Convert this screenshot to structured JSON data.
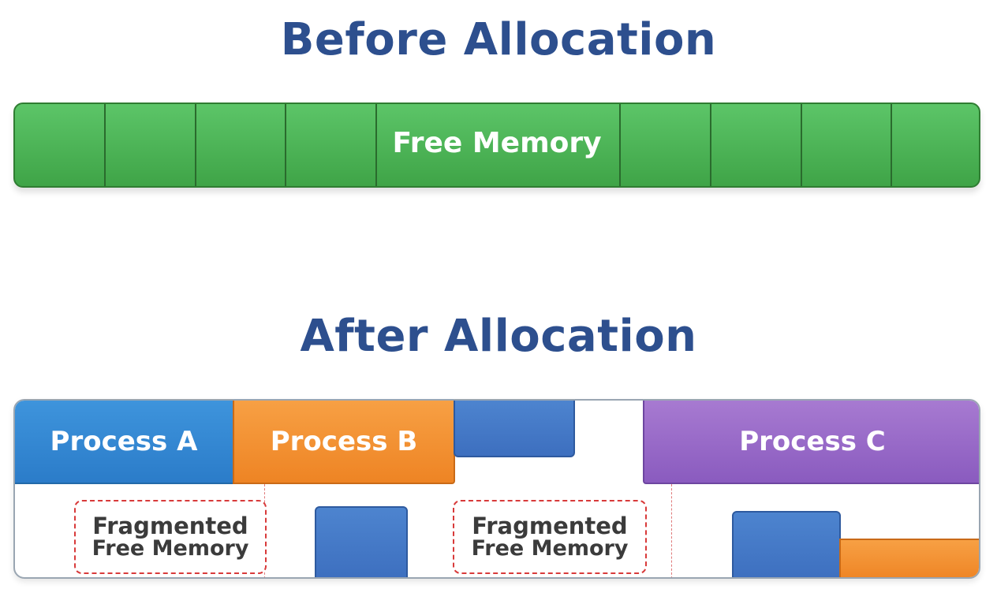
{
  "before": {
    "title": "Before Allocation",
    "free_label": "Free Memory"
  },
  "after": {
    "title": "After Allocation",
    "process_a": "Process A",
    "process_b": "Process B",
    "process_c": "Process C",
    "frag_1_line1": "Fragmented",
    "frag_1_line2": "Free Memory",
    "frag_2_line1": "Fragmented",
    "frag_2_line2": "Free Memory"
  },
  "colors": {
    "title": "#2d4f8e",
    "free": "#4db557",
    "process_a": "#3388d2",
    "process_b": "#f29234",
    "process_c": "#9868c8",
    "extra_block": "#4578c7",
    "fragment_border": "#d83a3a"
  }
}
